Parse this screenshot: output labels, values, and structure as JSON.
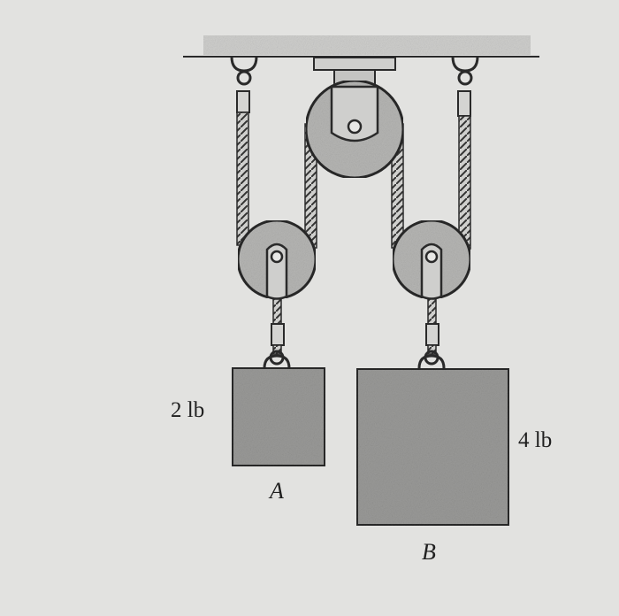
{
  "blocks": {
    "a": {
      "name": "A",
      "weight": "2 lb"
    },
    "b": {
      "name": "B",
      "weight": "4 lb"
    }
  },
  "colors": {
    "background": "#e2e2e0",
    "block_fill": "#9a9a98",
    "pulley_fill": "#b6b6b4",
    "outline": "#2a2a2a"
  }
}
